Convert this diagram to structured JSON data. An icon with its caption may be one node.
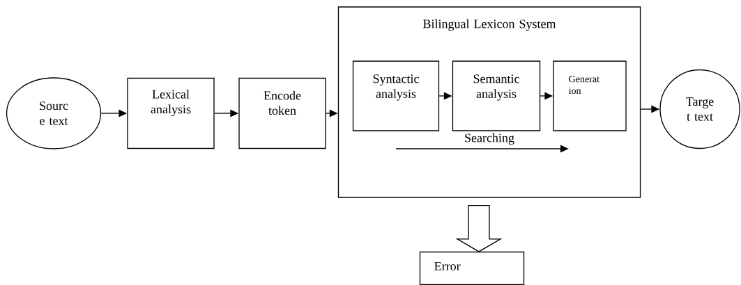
{
  "diagram": {
    "nodes": [
      {
        "text": [
          "Sourc e text"
        ]
      },
      {
        "text": [
          "Lexical analysis"
        ]
      },
      {
        "text": [
          "Encode token"
        ]
      },
      {
        "text": [
          "Bilingual Lexicon System"
        ]
      },
      {
        "text": [
          "Syntactic analysis"
        ],
        "in": 3
      },
      {
        "text": [
          "Semantic analysis"
        ],
        "in": 3
      },
      {
        "text": [
          "Generat ion"
        ],
        "in": 3
      },
      {
        "text": [
          "Targe t text"
        ]
      },
      {
        "text": [
          "Error"
        ]
      }
    ],
    "edges": [
      {
        "from": 0,
        "to": 1,
        "arrow": "to"
      },
      {
        "from": 1,
        "to": 2,
        "arrow": "to"
      },
      {
        "from": 2,
        "to": 3,
        "arrow": "to"
      },
      {
        "from": 4,
        "to": 5,
        "arrow": "to"
      },
      {
        "from": 5,
        "to": 6,
        "arrow": "to"
      },
      {
        "from": 3,
        "to": 7,
        "arrow": "to"
      },
      {
        "from": 3,
        "to": 8,
        "arrow": "to"
      }
    ],
    "labels": [
      "Searching"
    ]
  }
}
